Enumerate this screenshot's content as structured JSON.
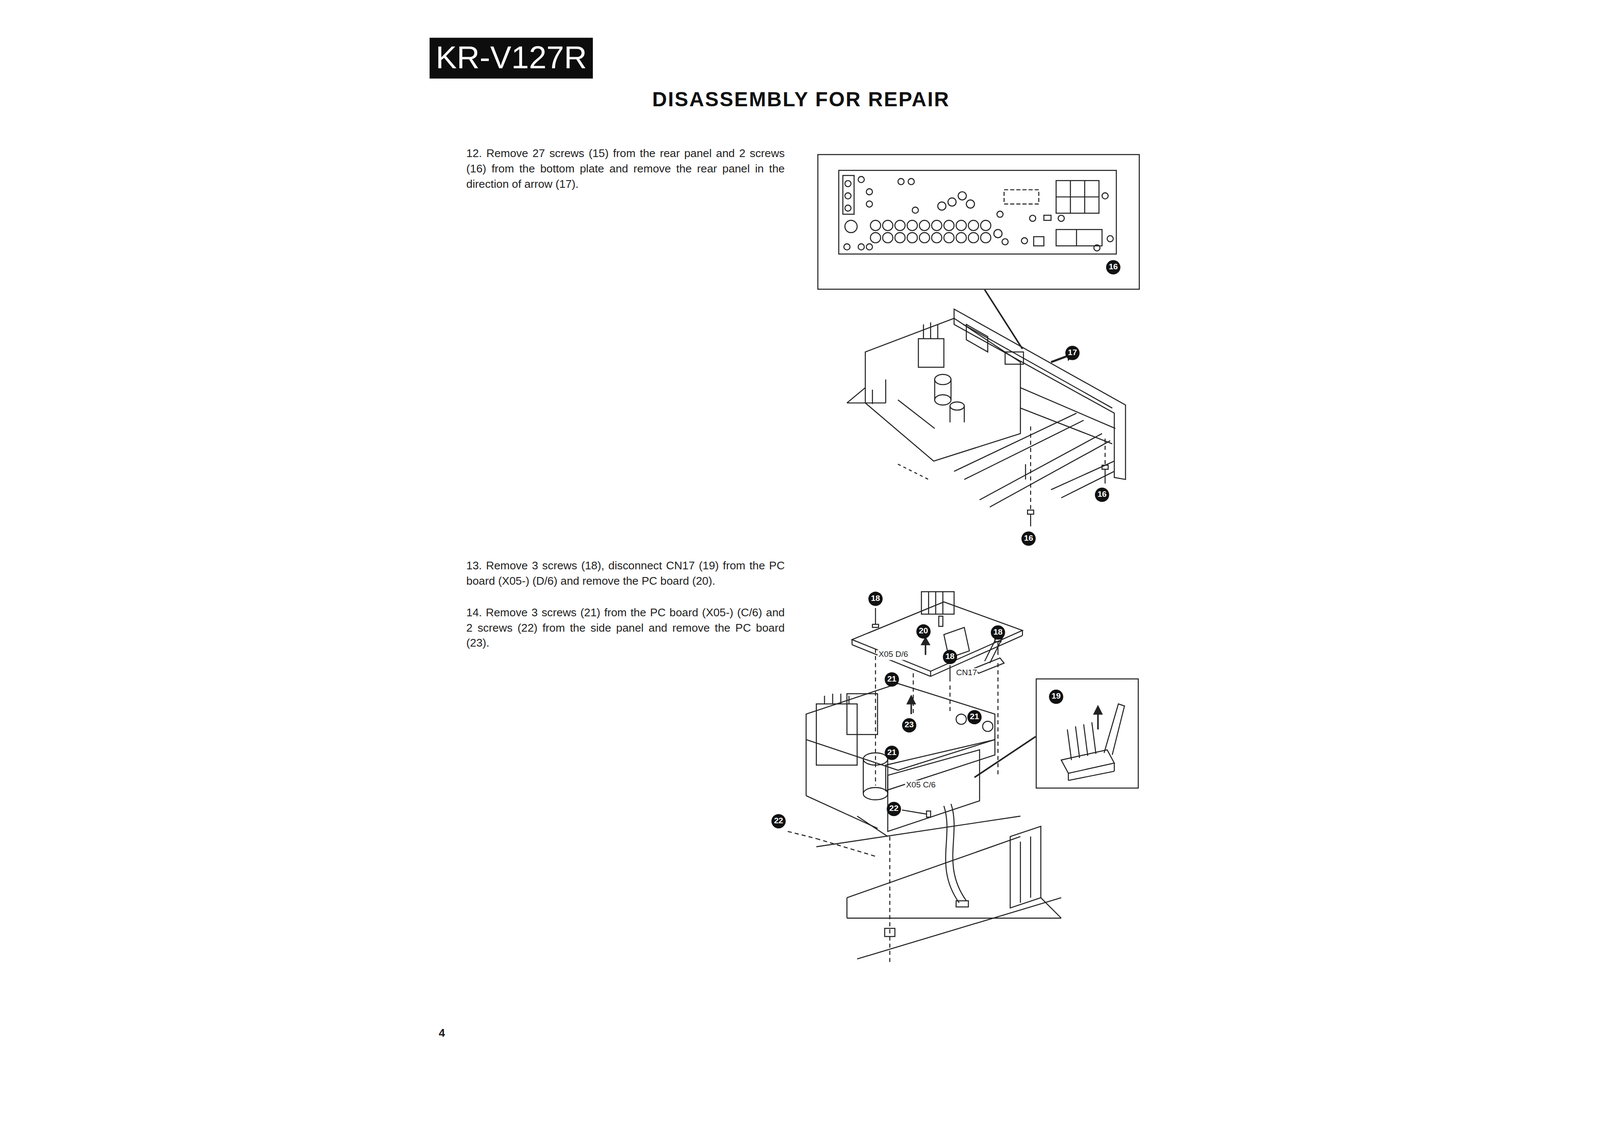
{
  "diagram": {
    "title": "DISASSEMBLY FOR REPAIR",
    "nodes": [
      {
        "text": [
          "KR-V127R"
        ]
      },
      {
        "text": [
          "16"
        ]
      },
      {
        "text": [
          "19"
        ]
      }
    ],
    "labels": [
      "12. Remove 27 screws (15) from the rear panel and 2 screws (16) from the bottom plate and remove the rear panel in the direction of arrow (17).",
      "13. Remove 3 screws (18), disconnect CN17 (19) from the PC board (X05-) (D/6) and remove the PC board (20).",
      "14. Remove 3 screws (21) from the PC board (X05-) (C/6) and 2 screws (22) from the side panel and remove the PC board (23).",
      "17",
      "16",
      "16",
      "18",
      "18",
      "18",
      "20",
      "X05 D/6",
      "CN17",
      "21",
      "21",
      "21",
      "23",
      "X05 C/6",
      "22",
      "22",
      "4"
    ]
  }
}
